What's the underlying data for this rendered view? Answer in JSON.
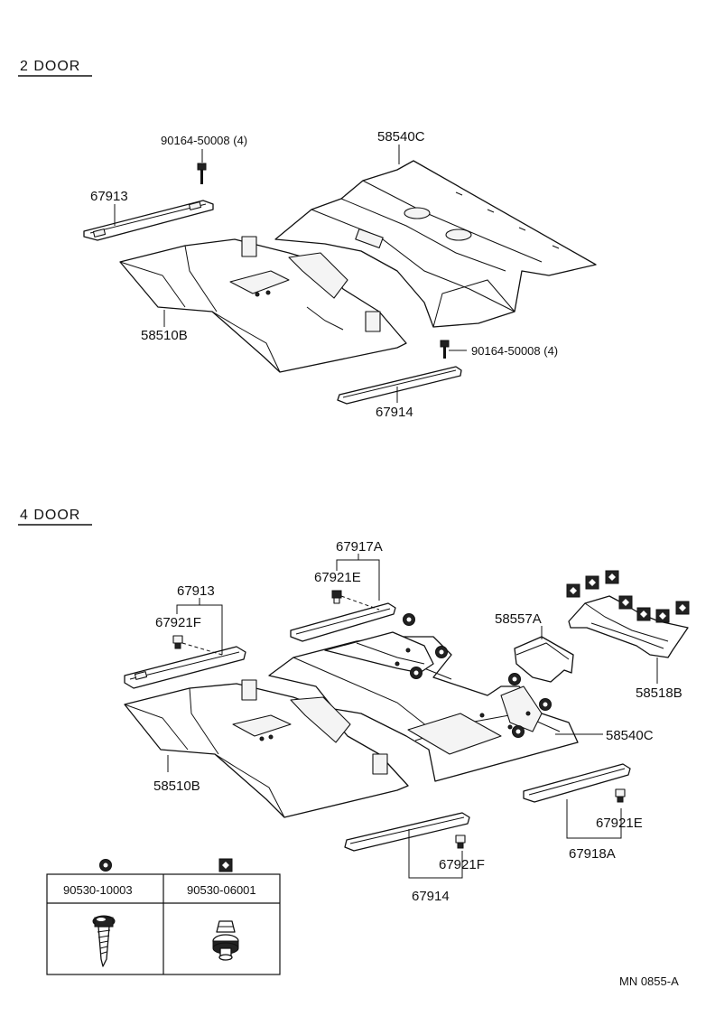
{
  "sections": {
    "two_door": {
      "heading": "2  DOOR",
      "parts": {
        "bolt_top": "90164-50008 (4)",
        "floor_main": "58540C",
        "sill_left": "67913",
        "floor_front": "58510B",
        "bolt_right": "90164-50008 (4)",
        "sill_right": "67914"
      }
    },
    "four_door": {
      "heading": "4  DOOR",
      "parts": {
        "sill_upper_group": "67917A",
        "clip_upper": "67921E",
        "sill_left_group": "67913",
        "clip_left": "67921F",
        "bracket": "58557A",
        "rear_panel": "58518B",
        "floor_main": "58540C",
        "floor_front": "58510B",
        "clip_lower_right": "67921E",
        "sill_lower_right_group": "67918A",
        "clip_lower": "67921F",
        "sill_lower_group": "67914"
      }
    }
  },
  "legend": {
    "col1_part": "90530-10003",
    "col1_symbol": "circle-nut-icon",
    "col2_part": "90530-06001",
    "col2_symbol": "diamond-clip-icon"
  },
  "footer": {
    "drawing_code": "MN  0855-A"
  }
}
